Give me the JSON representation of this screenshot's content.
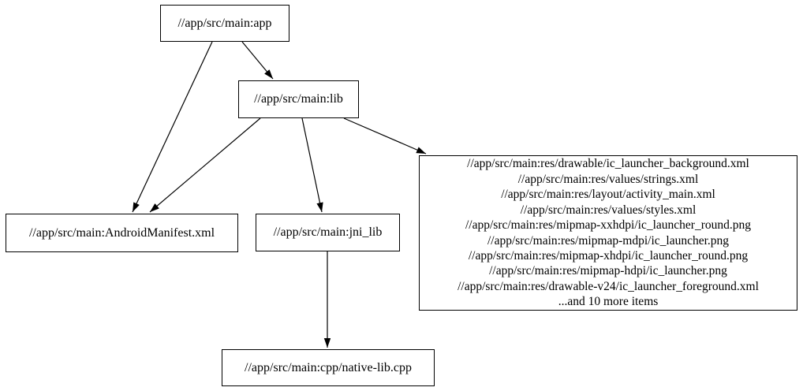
{
  "diagram": {
    "type": "directed-graph",
    "description": "Build target dependency graph",
    "colors": {
      "background": "#ffffff",
      "node_fill": "#ffffff",
      "node_border": "#000000",
      "edge": "#000000",
      "text": "#000000"
    },
    "nodes": {
      "app": {
        "label": "//app/src/main:app"
      },
      "lib": {
        "label": "//app/src/main:lib"
      },
      "manifest": {
        "label": "//app/src/main:AndroidManifest.xml"
      },
      "jni_lib": {
        "label": "//app/src/main:jni_lib"
      },
      "cpp": {
        "label": "//app/src/main:cpp/native-lib.cpp"
      },
      "resources": {
        "lines": [
          "//app/src/main:res/drawable/ic_launcher_background.xml",
          "//app/src/main:res/values/strings.xml",
          "//app/src/main:res/layout/activity_main.xml",
          "//app/src/main:res/values/styles.xml",
          "//app/src/main:res/mipmap-xxhdpi/ic_launcher_round.png",
          "//app/src/main:res/mipmap-mdpi/ic_launcher.png",
          "//app/src/main:res/mipmap-xhdpi/ic_launcher_round.png",
          "//app/src/main:res/mipmap-hdpi/ic_launcher.png",
          "//app/src/main:res/drawable-v24/ic_launcher_foreground.xml",
          "...and 10 more items"
        ]
      }
    },
    "edges": [
      {
        "from": "//app/src/main:app",
        "to": "//app/src/main:lib"
      },
      {
        "from": "//app/src/main:app",
        "to": "//app/src/main:AndroidManifest.xml"
      },
      {
        "from": "//app/src/main:lib",
        "to": "//app/src/main:AndroidManifest.xml"
      },
      {
        "from": "//app/src/main:lib",
        "to": "//app/src/main:jni_lib"
      },
      {
        "from": "//app/src/main:lib",
        "to": "resources-group"
      },
      {
        "from": "//app/src/main:jni_lib",
        "to": "//app/src/main:cpp/native-lib.cpp"
      }
    ]
  }
}
